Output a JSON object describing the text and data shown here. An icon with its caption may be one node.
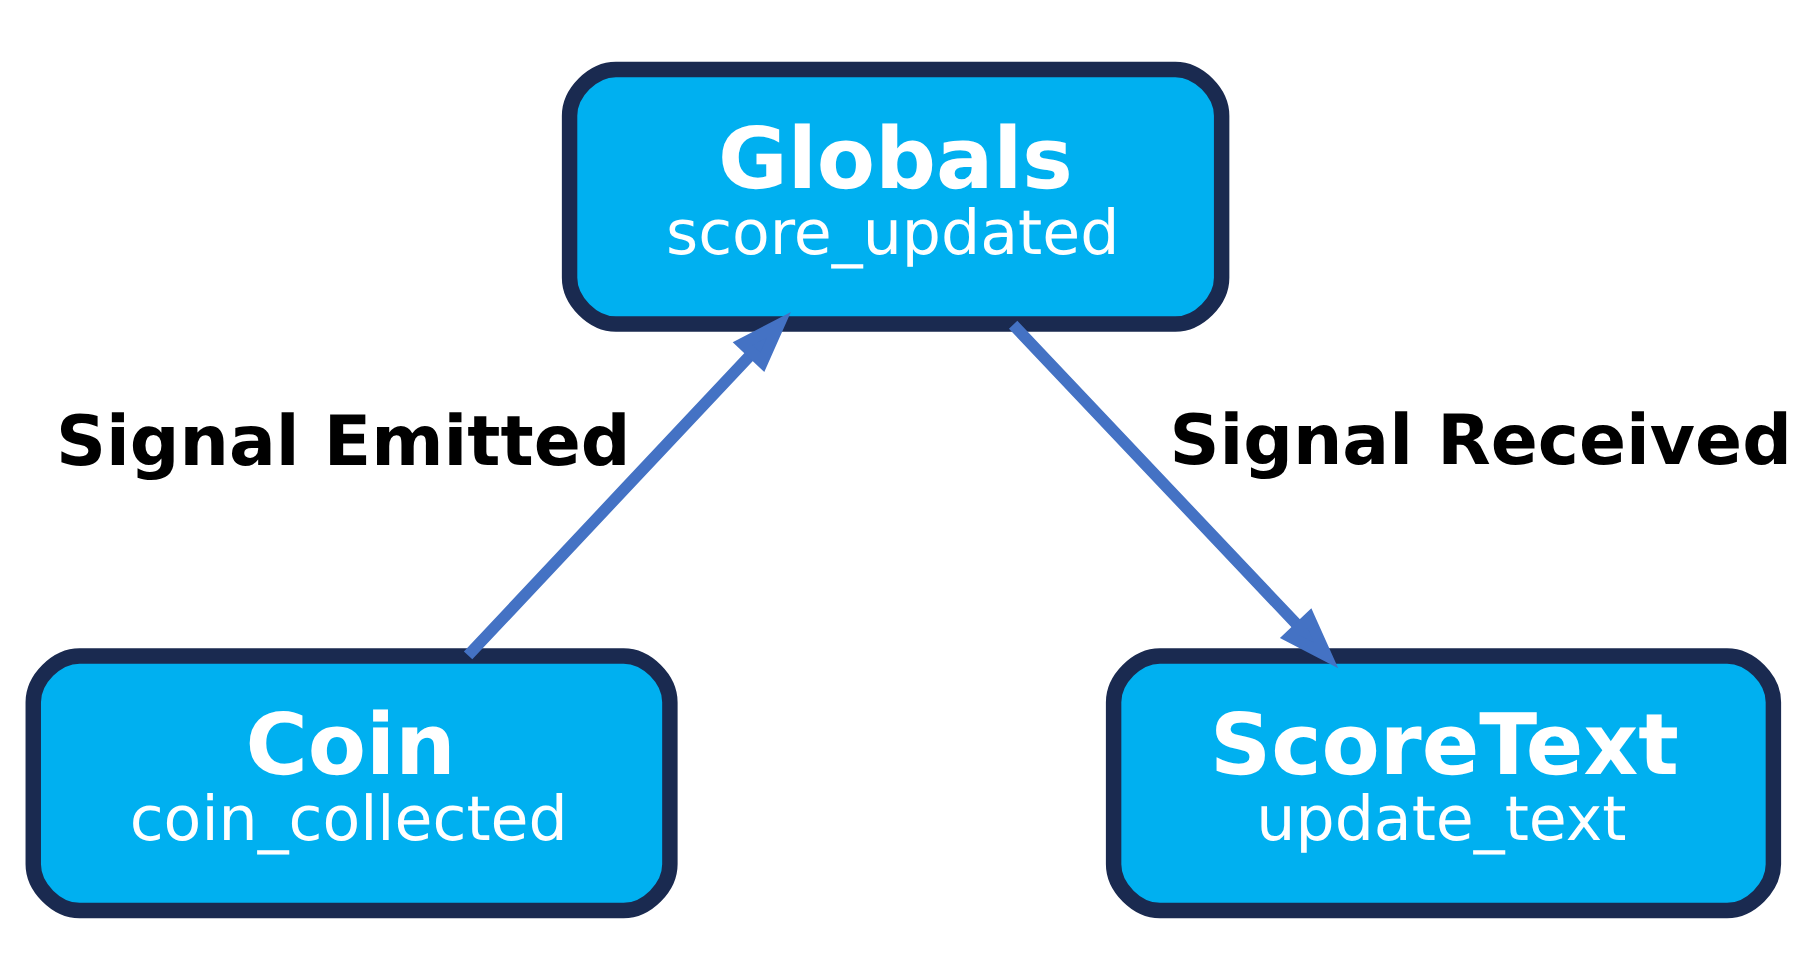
{
  "diagram": {
    "nodes": [
      {
        "text": [
          "Globals",
          "score_updated"
        ]
      },
      {
        "text": [
          "Coin",
          "coin_collected"
        ]
      },
      {
        "text": [
          "ScoreText",
          "update_text"
        ]
      }
    ],
    "edges": [
      {
        "from": 1,
        "to": 0,
        "arrow": "to",
        "label": "Signal Emitted"
      },
      {
        "from": 0,
        "to": 2,
        "arrow": "to",
        "label": "Signal Received"
      }
    ]
  }
}
